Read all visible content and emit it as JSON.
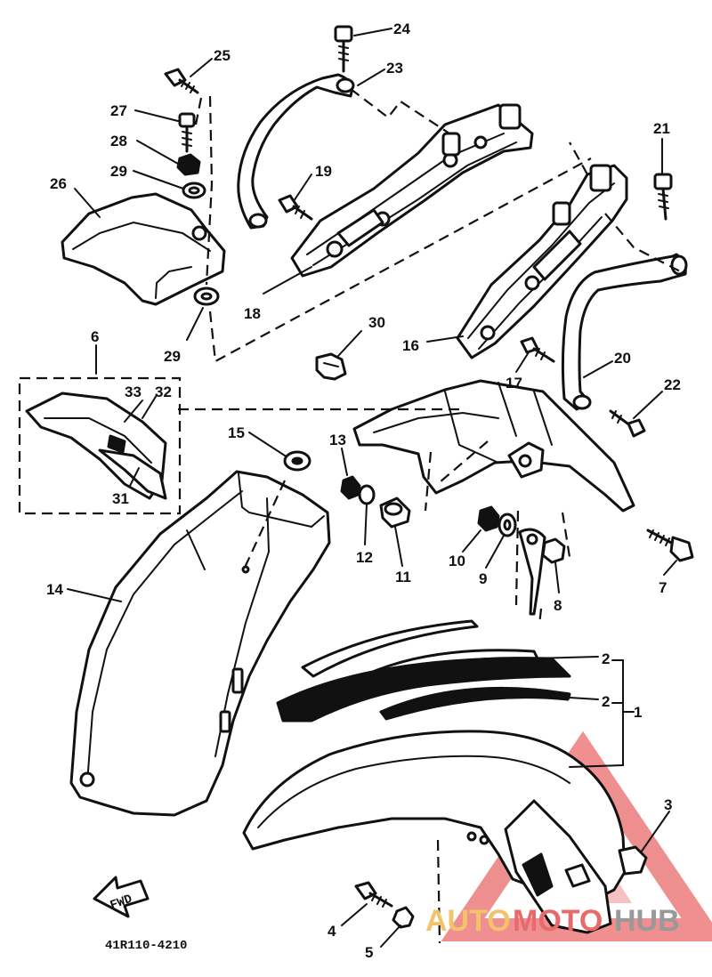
{
  "diagram": {
    "part_code": "41R110-4210",
    "forward_label": "FWD",
    "callouts": {
      "c1": "1",
      "c2a": "2",
      "c2b": "2",
      "c3": "3",
      "c4": "4",
      "c5": "5",
      "c6": "6",
      "c7": "7",
      "c8": "8",
      "c9": "9",
      "c10": "10",
      "c11": "11",
      "c12": "12",
      "c13": "13",
      "c14": "14",
      "c15": "15",
      "c16": "16",
      "c17": "17",
      "c18": "18",
      "c19": "19",
      "c20": "20",
      "c21": "21",
      "c22": "22",
      "c23": "23",
      "c24": "24",
      "c25": "25",
      "c26": "26",
      "c27": "27",
      "c28": "28",
      "c29a": "29",
      "c29b": "29",
      "c30": "30",
      "c31": "31",
      "c32": "32",
      "c33": "33"
    }
  },
  "watermark": {
    "part1": "AUTO",
    "part2": "MOTO",
    "part3": "HUB",
    "colors": {
      "auto": "#f2c36a",
      "moto": "#e96a6a",
      "hub": "#999999"
    }
  }
}
